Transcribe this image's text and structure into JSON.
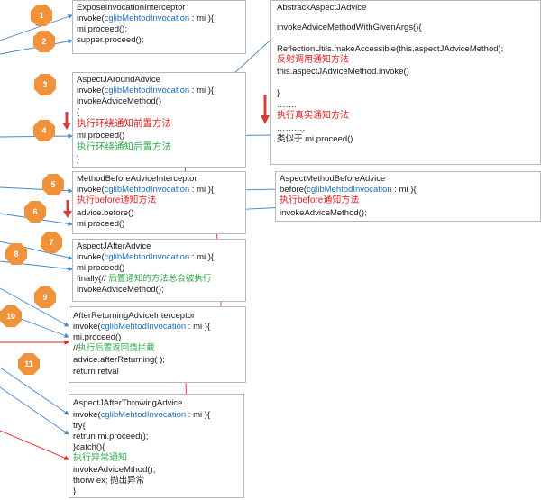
{
  "colors": {
    "badge": "#f0923a",
    "link_blue": "#4a86c8",
    "red": "#e02020",
    "green": "#2fa84a",
    "blue_text": "#1f6fb8"
  },
  "badges": [
    "1",
    "2",
    "3",
    "4",
    "5",
    "6",
    "7",
    "8",
    "9",
    "10",
    "11"
  ],
  "boxes": {
    "expose": {
      "title": "ExposeInvocationInterceptor",
      "l1a": "invoke(",
      "l1b": "cglibMehtodInvocation",
      "l1c": " : mi ){",
      "l2": "mi.proceed();",
      "l3": "supper.proceed();"
    },
    "around": {
      "title": "AspectJAroundAdvice",
      "l1a": "invoke(",
      "l1b": "cglibMehtodInvocation",
      "l1c": " : mi ){",
      "l2": " invokeAdviceMethod()",
      "l3": "{",
      "l4": "执行环绕通知前置方法",
      "l5": "mi.proceed()",
      "l6": "执行环绕通知后置方法",
      "l7": "}"
    },
    "abstract": {
      "title": "AbstrackAspectJAdvice",
      "l1": "invokeAdviceMethodWithGivenArgs(){",
      "l2": "ReflectionUtils.makeAccessible(this.aspectJAdviceMethod);",
      "l3": "反射调用通知方法",
      "l4": "this.aspectJAdviceMethod.invoke()",
      "l5": "}",
      "l6": "…….",
      "l7": "执行真实通知方法",
      "l8": "……….",
      "l9": "类似于 mi.proceed()"
    },
    "before_int": {
      "title": "MethodBeforeAdviceInterceptor",
      "l1a": "invoke(",
      "l1b": "cglibMehtodInvocation",
      "l1c": " : mi ){",
      "l2": "执行before通知方法",
      "l3": " advice.before()",
      "l4": "mi.proceed()"
    },
    "aspect_before": {
      "title": "AspectMethodBeforeAdvice",
      "l1a": "before(",
      "l1b": "cglibMehtodInvocation",
      "l1c": " : mi ){",
      "l2": " 执行before通知方法",
      "l3": " invokeAdviceMethod();"
    },
    "after": {
      "title": "AspectJAfterAdvice",
      "l1a": "invoke(",
      "l1b": "cglibMehtodInvocation",
      "l1c": " : mi ){",
      "l2": "  mi.proceed()",
      "l3a": "finally{// ",
      "l3b": "后置通知的方法总会被执行",
      "l4": "      invokeAdviceMethod();"
    },
    "after_returning": {
      "title": "AfterReturningAdviceInterceptor",
      "l1a": "invoke(",
      "l1b": "cglibMehtodInvocation",
      "l1c": " : mi ){",
      "l2": "mi.proceed()",
      "l3a": "//",
      "l3b": "执行后置返回值拦截",
      "l4": "advice.afterReturning(  );",
      "l5": "return retval"
    },
    "after_throwing": {
      "title": "AspectJAfterThrowingAdvice",
      "l1a": "invoke(",
      "l1b": "cglibMehtodInvocation",
      "l1c": " : mi ){",
      "l2": "  try{",
      "l3": "   retrun mi.proceed();",
      "l4": "  }catch(){",
      "l5": "   执行异常通知",
      "l6": "   invokeAdviceMthod();",
      "l7": "   thorw ex; 抛出异常",
      "l8": "}"
    }
  }
}
